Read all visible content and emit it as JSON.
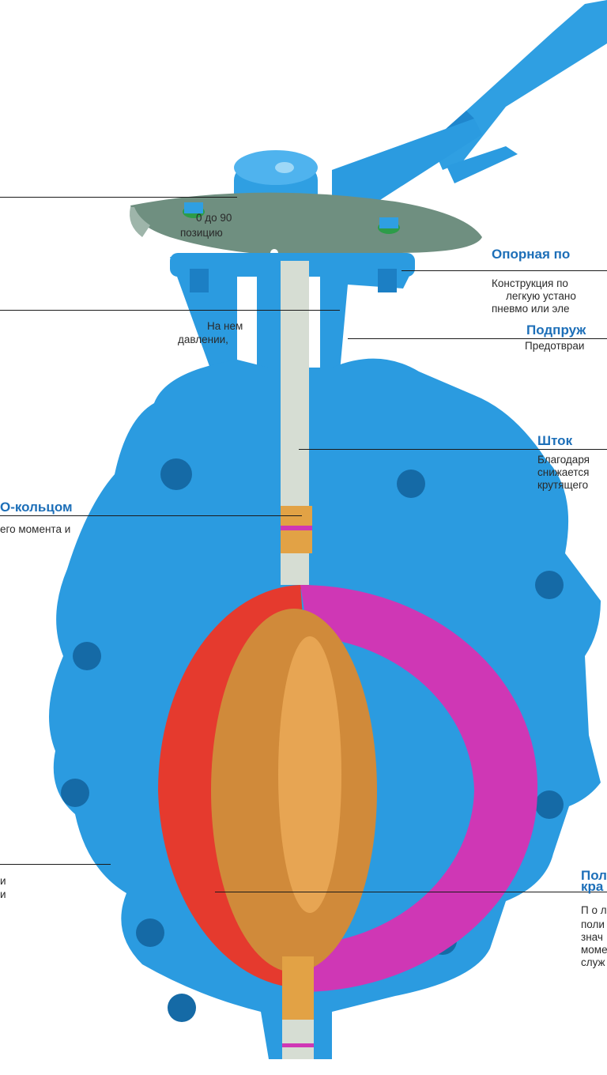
{
  "colors": {
    "body": "#2b9be0",
    "body_dark": "#1c7fc4",
    "seat_outer": "#e53a2e",
    "seat_inner": "#cf37b5",
    "disc": "#d08a3a",
    "stem": "#d6ddd3",
    "plate": "#6f8f80",
    "heading": "#1d6fb8"
  },
  "left_labels": {
    "a_line1": "0   до   90",
    "a_line2": "позицию",
    "b_line1": "На   нем",
    "b_line2": "давлении,",
    "c_heading": "О-кольцом",
    "c_line1": "его момента и",
    "d_line1": "и",
    "d_line2": "и"
  },
  "right_labels": {
    "support_heading": "Опорная по",
    "support_line1": "Конструкция   по",
    "support_line2": "легкую   устано",
    "support_line3": "пневмо или эле",
    "spring_heading": "Подпруж",
    "spring_line1": "Предотвраи",
    "stem_heading": "Шток",
    "stem_line1": "Благодаря",
    "stem_line2": "снижается",
    "stem_line3": "крутящего",
    "disc_heading1": "Пол",
    "disc_heading2": "кра",
    "disc_line1": "П о л",
    "disc_line2": "поли",
    "disc_line3": "знач",
    "disc_line4": "моме",
    "disc_line5": "служ"
  }
}
